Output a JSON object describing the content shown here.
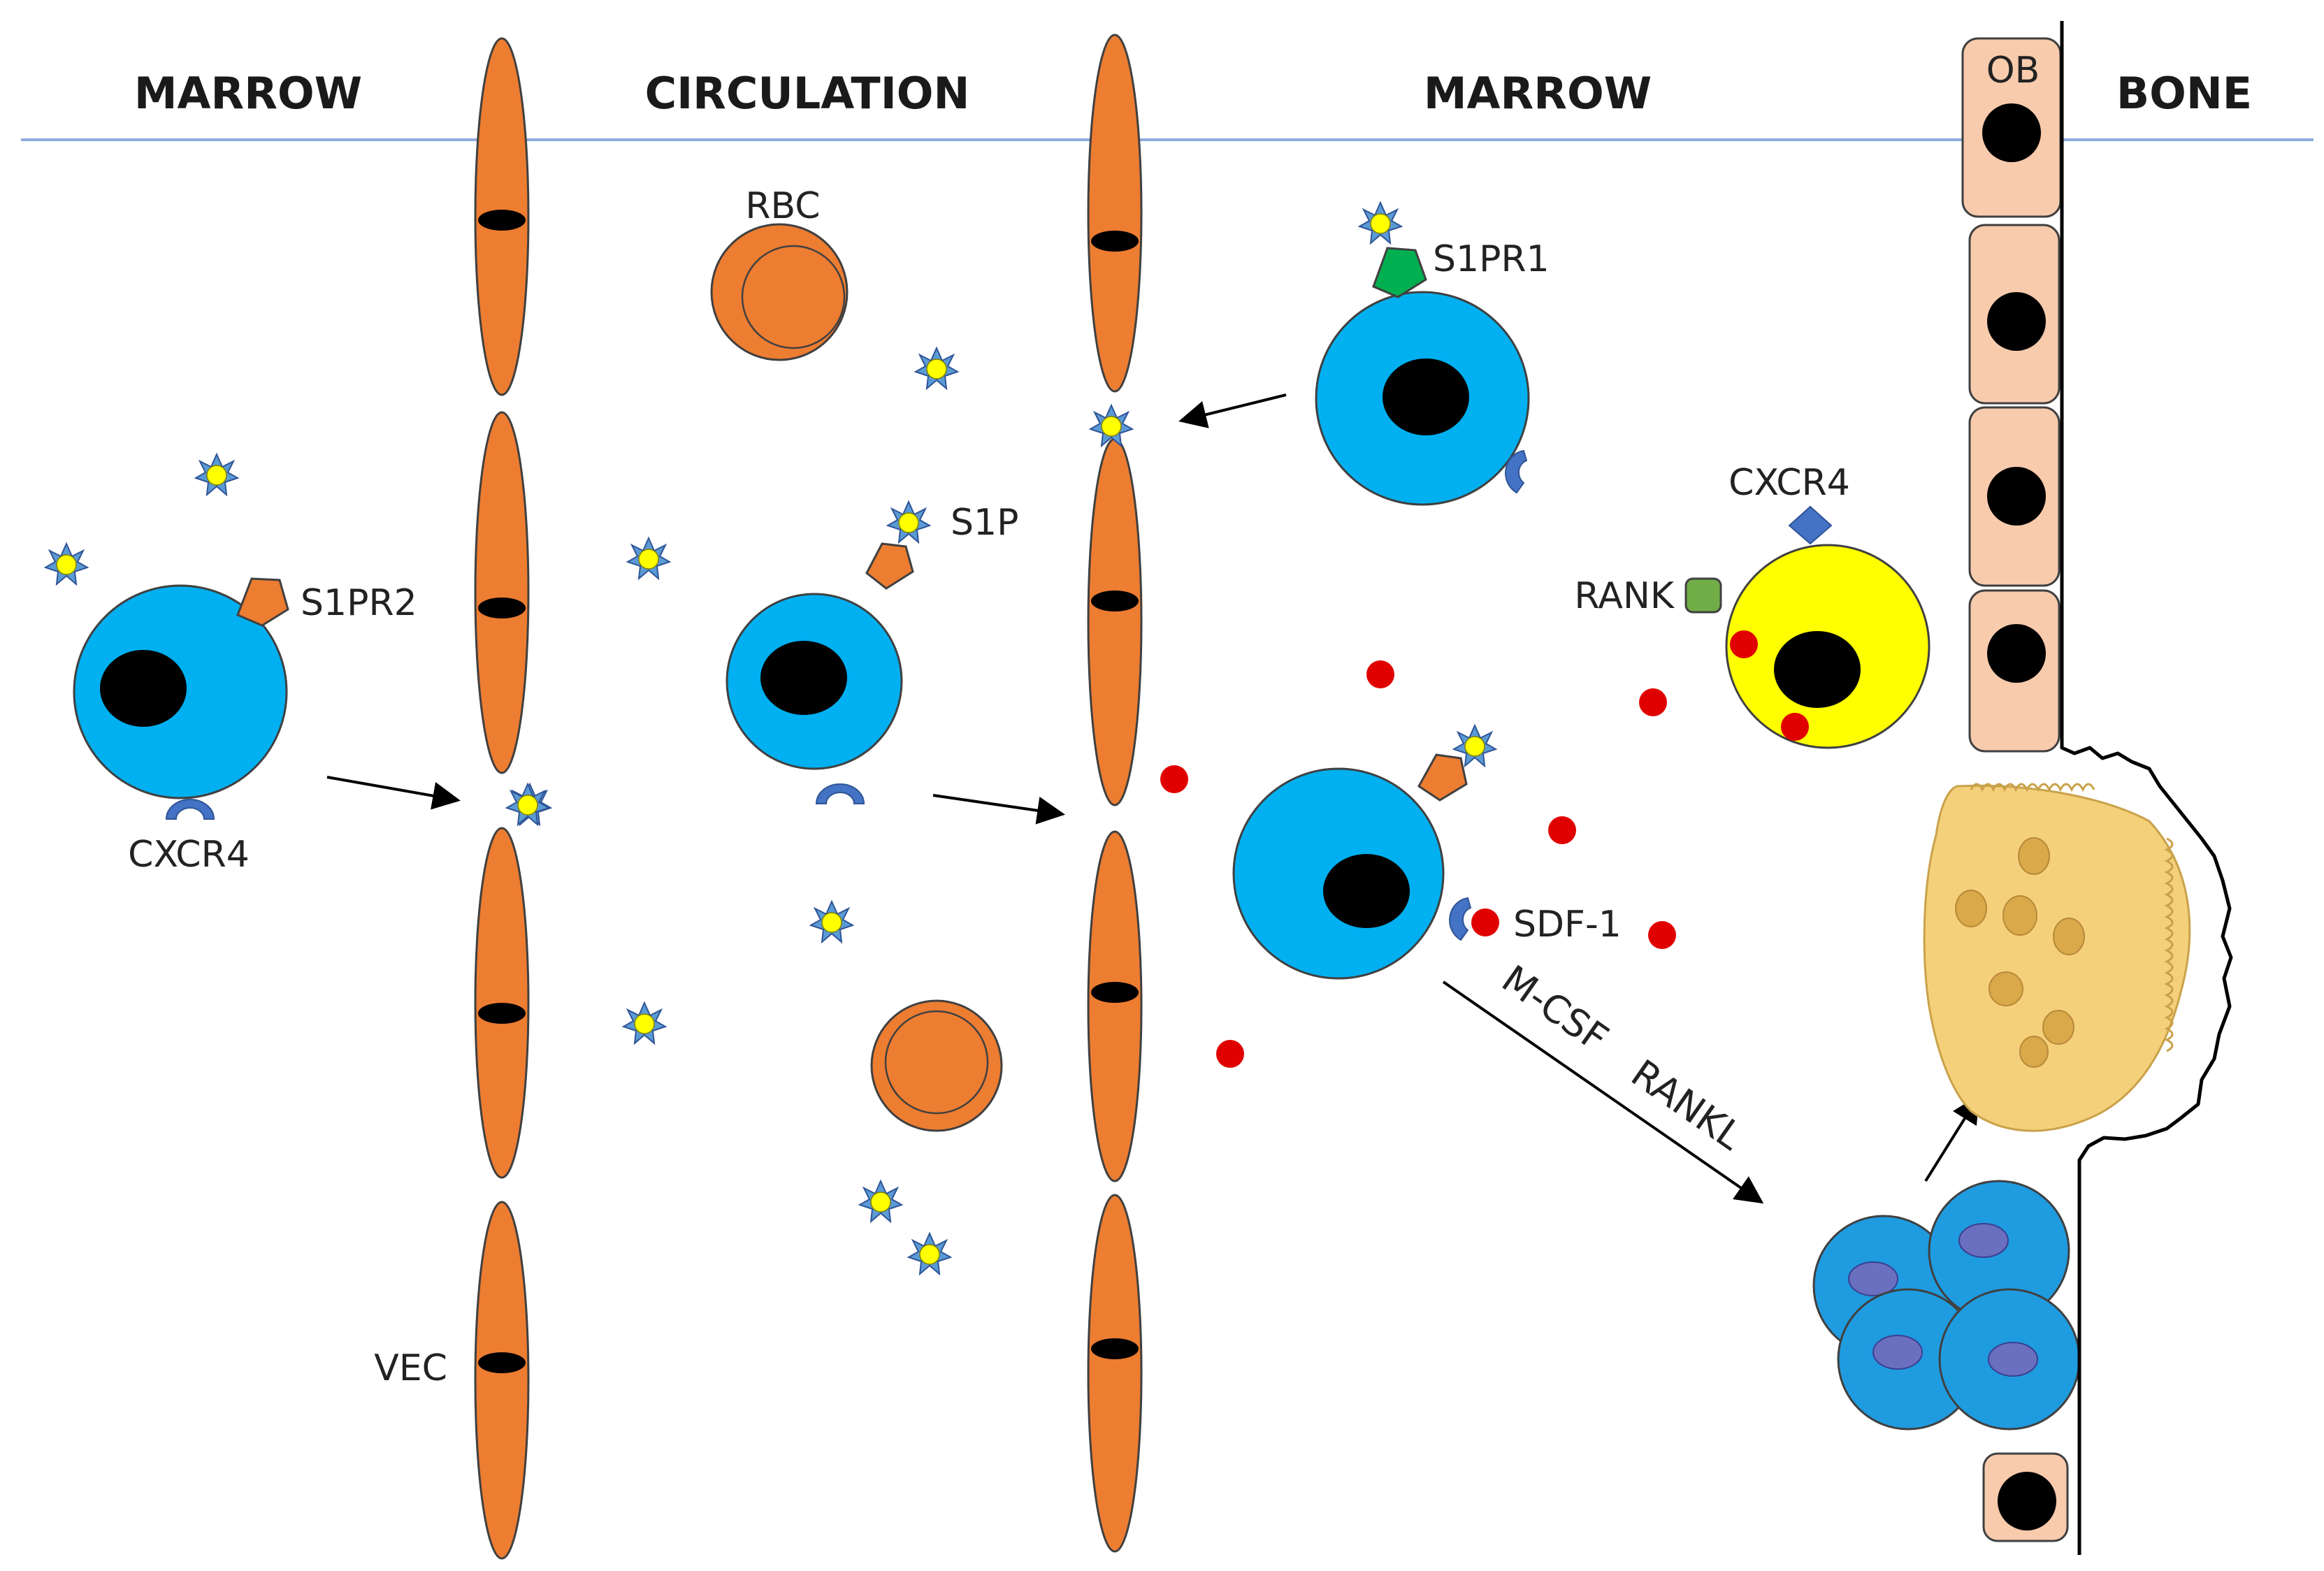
{
  "headers": {
    "marrow_left": "MARROW",
    "circulation": "CIRCULATION",
    "marrow_right": "MARROW",
    "bone": "BONE"
  },
  "labels": {
    "rbc": "RBC",
    "s1pr1": "S1PR1",
    "s1pr2": "S1PR2",
    "s1p": "S1P",
    "cxcr4_left": "CXCR4",
    "cxcr4_right": "CXCR4",
    "rank": "RANK",
    "sdf1": "SDF-1",
    "vec": "VEC",
    "ob": "OB",
    "mcsf": "M-CSF",
    "rankl": "RANKL"
  },
  "colors": {
    "endothelial": "#ED7D31",
    "progenitor_cell": "#00B0F0",
    "nucleus": "#000000",
    "s1p_ligand": "#FFFF00",
    "s1p_spikes": "#5B9BD5",
    "s1pr1_receptor": "#00B050",
    "cxcr4_receptor": "#4472C4",
    "rank_receptor": "#70AD47",
    "osteoclast_precursor": "#FFFF00",
    "sdf1_dot": "#E00000",
    "osteoblast": "#F8CBAD",
    "osteoclast": "#F5D07A",
    "preosteoclast": "#1F9BE0",
    "divider_line": "#8FAADC"
  }
}
